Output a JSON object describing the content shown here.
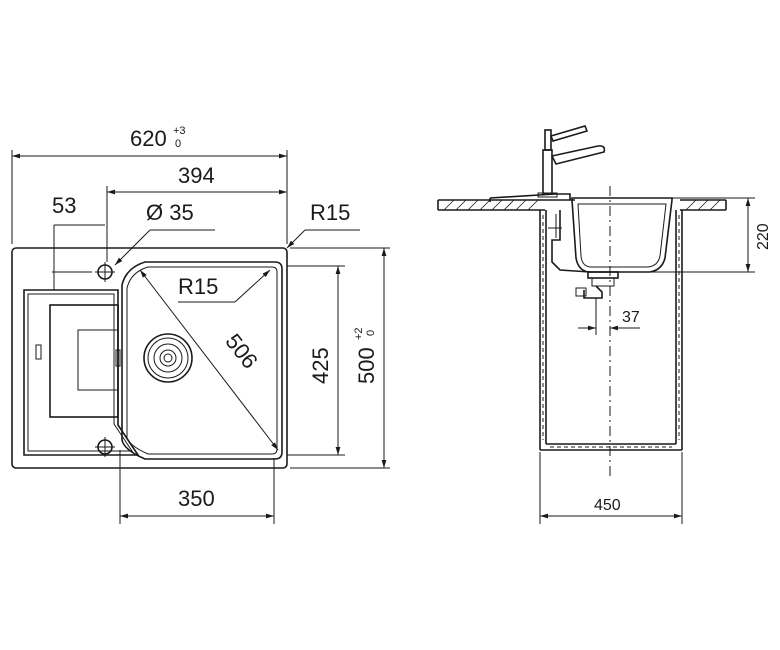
{
  "top_view": {
    "overall_width": "620",
    "overall_width_tol_upper": "+3",
    "overall_width_tol_lower": "0",
    "bowl_to_edge": "394",
    "tap_hole_offset": "53",
    "tap_hole_diameter": "Ø 35",
    "corner_radius_outer": "R15",
    "corner_radius_bowl": "R15",
    "diagonal": "506",
    "bowl_depth": "425",
    "overall_depth": "500",
    "overall_depth_tol_upper": "+2",
    "overall_depth_tol_lower": "0",
    "bowl_width": "350"
  },
  "side_view": {
    "bowl_height": "220",
    "drain_offset": "37",
    "cabinet_width": "450"
  }
}
